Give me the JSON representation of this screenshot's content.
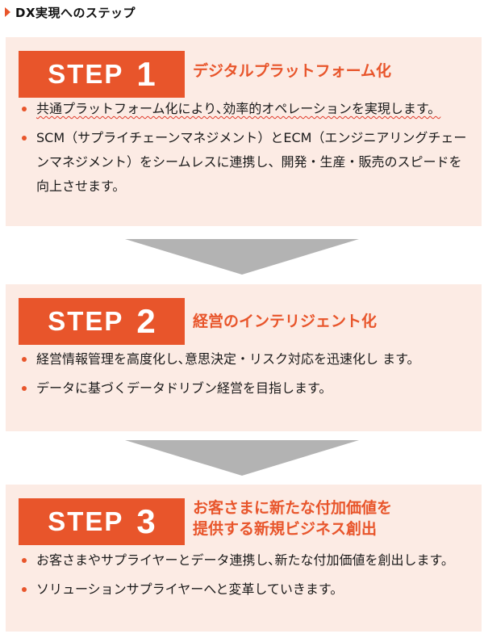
{
  "header": {
    "title": "DX実現へのステップ"
  },
  "steps": [
    {
      "step_word": "STEP",
      "step_number": "1",
      "heading_lines": [
        "デジタルプラットフォーム化"
      ],
      "bullets": [
        "共通プラットフォーム化により､効率的オペレーションを実現します。",
        "SCM（サプライチェーンマネジメント）とECM（エンジニアリングチェーンマネジメント）をシームレスに連携し、開発・生産・販売のスピードを向上させます。"
      ]
    },
    {
      "step_word": "STEP",
      "step_number": "2",
      "heading_lines": [
        "経営のインテリジェント化"
      ],
      "bullets": [
        "経営情報管理を高度化し､意思決定・リスク対応を迅速化し ます。",
        "データに基づくデータドリブン経営を目指します。"
      ]
    },
    {
      "step_word": "STEP",
      "step_number": "3",
      "heading_lines": [
        "お客さまに新たな付加価値を",
        "提供する新規ビジネス創出"
      ],
      "bullets": [
        "お客さまやサプライヤーとデータ連携し､新たな付加価値を創出します。",
        "ソリューションサプライヤーへと変革していきます。"
      ]
    }
  ],
  "colors": {
    "accent": "#e8552b",
    "panel_bg": "#fcebe4",
    "arrow": "#b3b3b3"
  }
}
